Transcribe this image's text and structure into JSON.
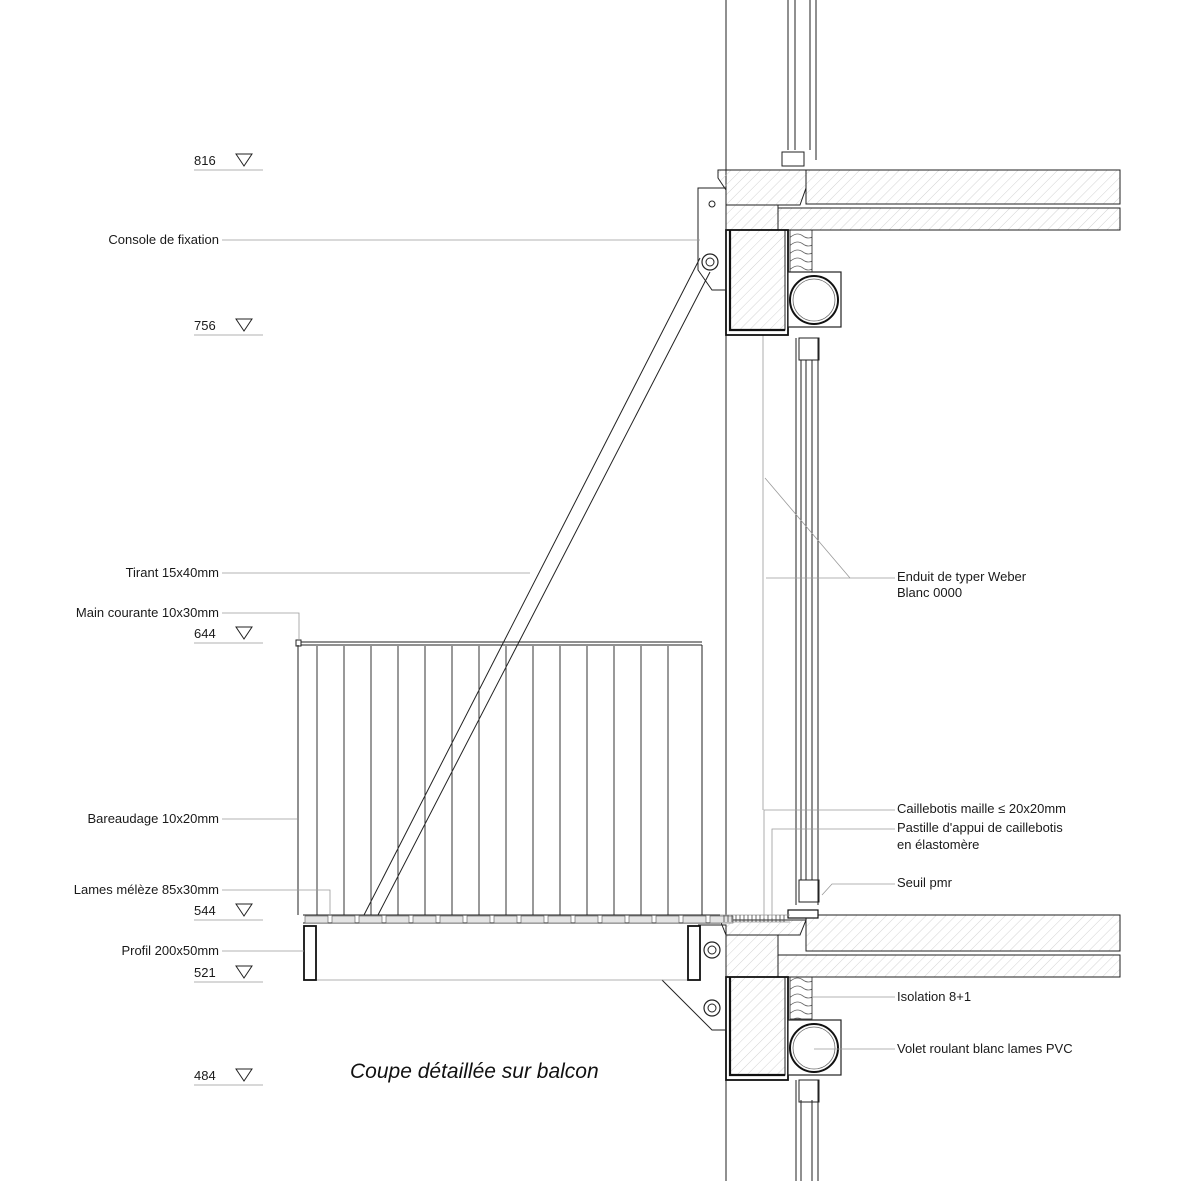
{
  "caption": "Coupe détaillée sur balcon",
  "levels": [
    {
      "id": "816",
      "label": "816"
    },
    {
      "id": "756",
      "label": "756"
    },
    {
      "id": "644",
      "label": "644"
    },
    {
      "id": "544",
      "label": "544"
    },
    {
      "id": "521",
      "label": "521"
    },
    {
      "id": "484",
      "label": "484"
    }
  ],
  "left_labels": {
    "console": "Console de fixation",
    "tirant": "Tirant 15x40mm",
    "main_courante": "Main courante 10x30mm",
    "bareaudage": "Bareaudage 10x20mm",
    "lames": "Lames mélèze 85x30mm",
    "profil": "Profil 200x50mm"
  },
  "right_labels": {
    "enduit_1": "Enduit de typer Weber",
    "enduit_2": "Blanc 0000",
    "caillebotis": "Caillebotis maille ≤ 20x20mm",
    "pastille_1": "Pastille d'appui de caillebotis",
    "pastille_2": "en élastomère",
    "seuil": "Seuil pmr",
    "isolation": "Isolation 8+1",
    "volet": "Volet roulant blanc lames PVC"
  }
}
